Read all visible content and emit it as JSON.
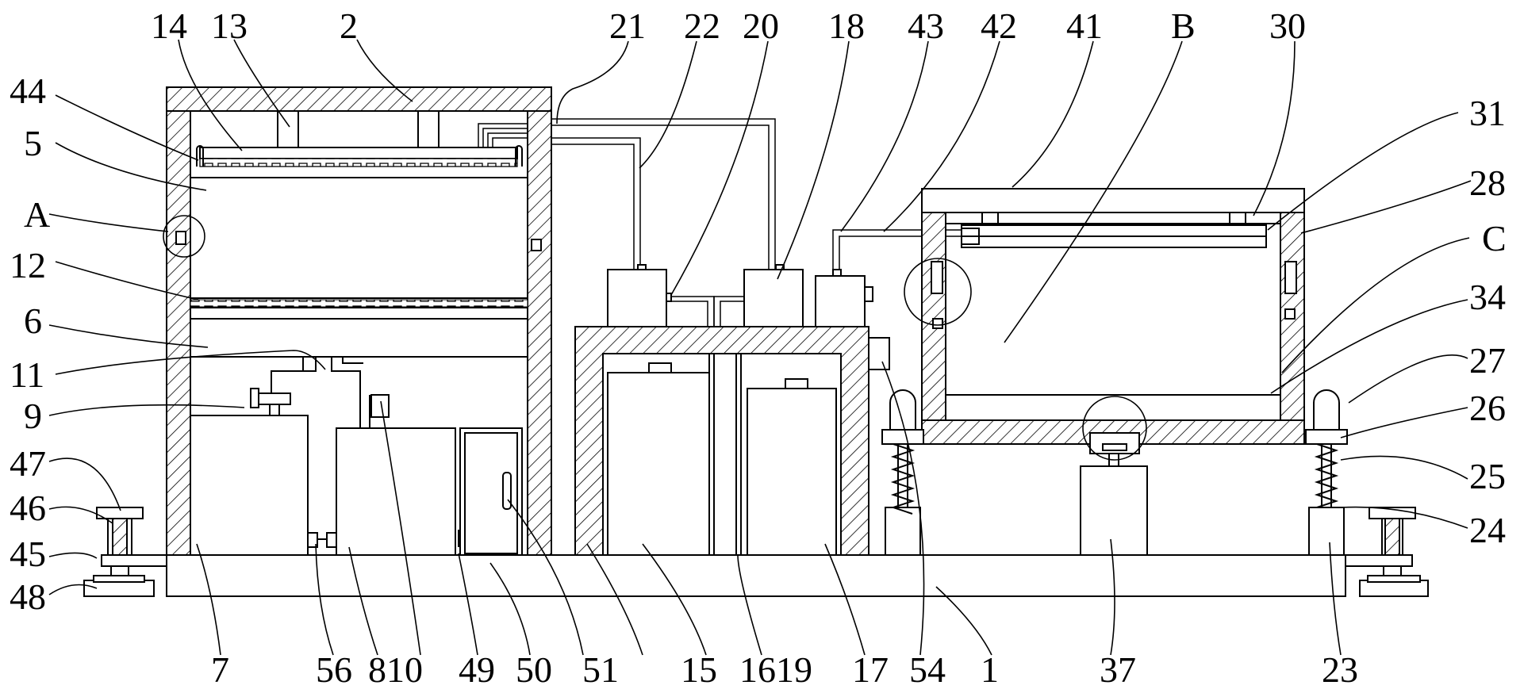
{
  "labels": {
    "l14": "14",
    "l13": "13",
    "l2": "2",
    "l21": "21",
    "l22": "22",
    "l20": "20",
    "l18": "18",
    "l43": "43",
    "l42": "42",
    "l41": "41",
    "lB": "B",
    "l30": "30",
    "l44": "44",
    "l5": "5",
    "lA": "A",
    "l12": "12",
    "l6": "6",
    "l11": "11",
    "l9": "9",
    "l47": "47",
    "l46": "46",
    "l45": "45",
    "l48": "48",
    "l31": "31",
    "l28": "28",
    "lC": "C",
    "l34": "34",
    "l27": "27",
    "l26": "26",
    "l25": "25",
    "l24": "24",
    "l7": "7",
    "l56": "56",
    "l810": "810",
    "l49": "49",
    "l50": "50",
    "l51": "51",
    "l15": "15",
    "l1619": "1619",
    "l17": "17",
    "l54": "54",
    "l1": "1",
    "l37": "37",
    "l23": "23"
  }
}
